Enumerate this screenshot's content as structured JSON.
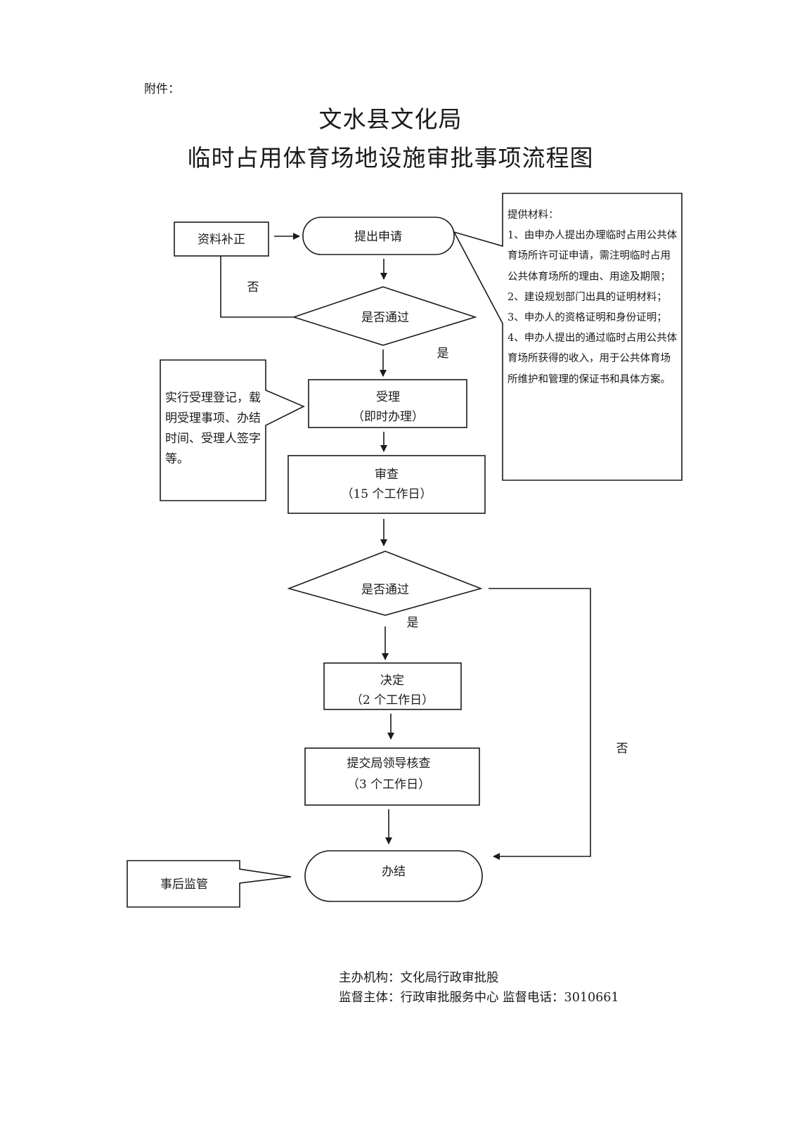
{
  "document": {
    "attachment_label": "附件：",
    "title_line1": "文水县文化局",
    "title_line2": "临时占用体育场地设施审批事项流程图"
  },
  "flowchart": {
    "nodes": {
      "supplement": {
        "label": "资料补正",
        "shape": "rectangle"
      },
      "submit": {
        "label": "提出申请",
        "shape": "terminator"
      },
      "check1": {
        "label": "是否通过",
        "shape": "decision"
      },
      "accept": {
        "label": "受理",
        "sublabel": "（即时办理）",
        "shape": "rectangle"
      },
      "review": {
        "label": "审查",
        "sublabel": "（15 个工作日）",
        "shape": "rectangle"
      },
      "check2": {
        "label": "是否通过",
        "shape": "decision"
      },
      "decide": {
        "label": "决定",
        "sublabel": "（2 个工作日）",
        "shape": "rectangle"
      },
      "leader": {
        "label": "提交局领导核查",
        "sublabel": "（3 个工作日）",
        "shape": "rectangle"
      },
      "finish": {
        "label": "办结",
        "shape": "terminator"
      }
    },
    "edge_labels": {
      "check1_no": "否",
      "check1_yes": "是",
      "check2_yes": "是",
      "check2_no": "否"
    },
    "edges": [
      {
        "from": "supplement",
        "to": "submit"
      },
      {
        "from": "submit",
        "to": "check1"
      },
      {
        "from": "check1",
        "to": "supplement",
        "label": "否"
      },
      {
        "from": "check1",
        "to": "accept",
        "label": "是"
      },
      {
        "from": "accept",
        "to": "review"
      },
      {
        "from": "review",
        "to": "check2"
      },
      {
        "from": "check2",
        "to": "decide",
        "label": "是"
      },
      {
        "from": "check2",
        "to": "finish",
        "label": "否"
      },
      {
        "from": "decide",
        "to": "leader"
      },
      {
        "from": "leader",
        "to": "finish"
      }
    ],
    "callouts": {
      "materials": {
        "heading": "提供材料：",
        "lines": [
          "1、由申办人提出办理临时占用公共体育场所许可证申请，需注明临时占用公共体育场所的理由、用途及期限；",
          "2、建设规划部门出具的证明材料；",
          "3、申办人的资格证明和身份证明；",
          "4、申办人提出的通过临时占用公共体育场所获得的收入，用于公共体育场所维护和管理的保证书和具体方案。"
        ]
      },
      "accept_note": "实行受理登记，载明受理事项、办结时间、受理人签字等。",
      "post_supervision": "事后监管"
    }
  },
  "footer": {
    "organizer": "主办机构：文化局行政审批股",
    "supervisor": "监督主体：行政审批服务中心  监督电话：3010661"
  }
}
